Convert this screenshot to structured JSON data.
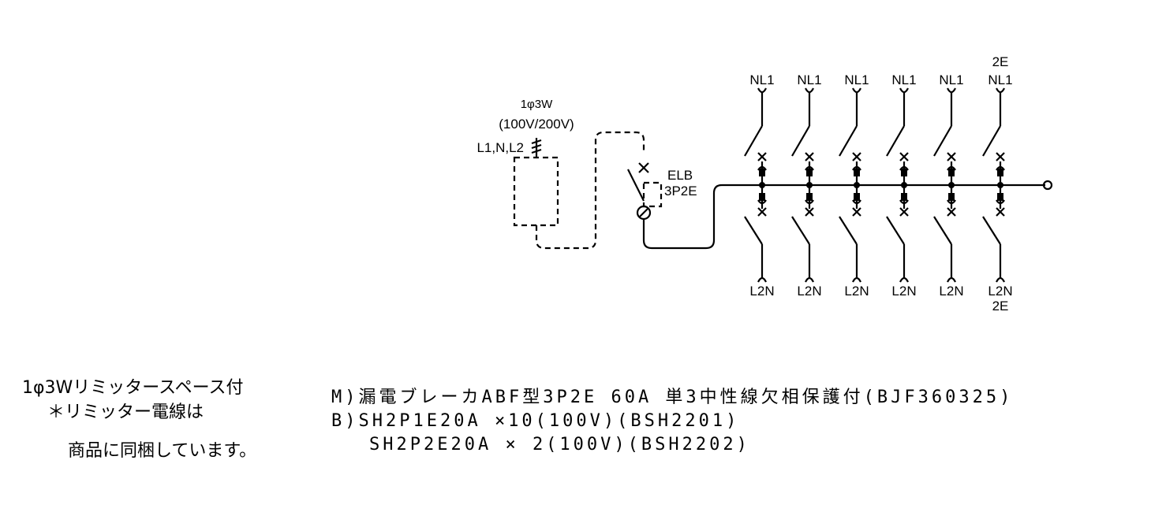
{
  "supply": {
    "phase": "1φ3W",
    "voltage": "(100V/200V)",
    "lines": "L1,N,L2"
  },
  "main_breaker": {
    "name": "ELB",
    "poles": "3P2E"
  },
  "branches_top": [
    "NL1",
    "NL1",
    "NL1",
    "NL1",
    "NL1",
    "NL1"
  ],
  "branches_top_extra": "2E",
  "branches_bottom": [
    "L2N",
    "L2N",
    "L2N",
    "L2N",
    "L2N",
    "L2N"
  ],
  "branches_bottom_extra": "2E",
  "notes": {
    "line1": "1φ3Wリミッタースペース付",
    "line2": "＊リミッター電線は",
    "line3": "商品に同梱しています。"
  },
  "spec": {
    "main": "M)漏電ブレーカABF型3P2E 60A 単3中性線欠相保護付(BJF360325)",
    "branch1": "B)SH2P1E20A ×10(100V)(BSH2201)",
    "branch2": "SH2P2E20A × 2(100V)(BSH2202)"
  }
}
